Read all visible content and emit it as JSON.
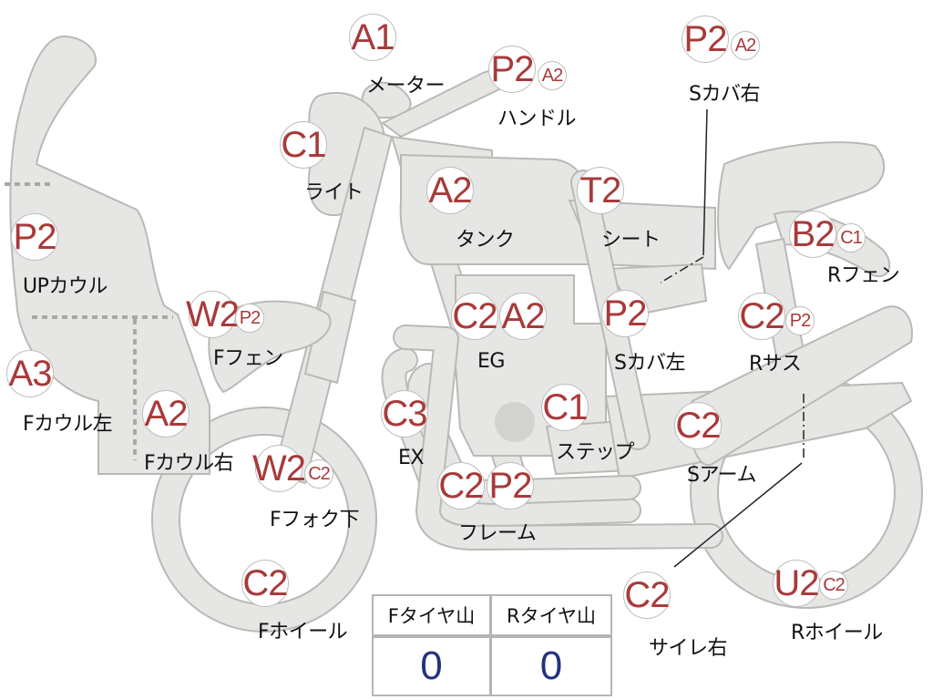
{
  "parts": [
    {
      "id": "meter",
      "label": "メーター",
      "codes": [
        {
          "text": "A1",
          "size": "big"
        }
      ]
    },
    {
      "id": "handle",
      "label": "ハンドル",
      "codes": [
        {
          "text": "P2",
          "size": "big"
        },
        {
          "text": "A2",
          "size": "small"
        }
      ]
    },
    {
      "id": "side-cover-right",
      "label": "Sカバ右",
      "codes": [
        {
          "text": "P2",
          "size": "big"
        },
        {
          "text": "A2",
          "size": "small"
        }
      ]
    },
    {
      "id": "light",
      "label": "ライト",
      "codes": [
        {
          "text": "C1",
          "size": "big"
        }
      ]
    },
    {
      "id": "tank",
      "label": "タンク",
      "codes": [
        {
          "text": "A2",
          "size": "big"
        }
      ]
    },
    {
      "id": "seat",
      "label": "シート",
      "codes": [
        {
          "text": "T2",
          "size": "big"
        }
      ]
    },
    {
      "id": "rear-fender",
      "label": "Rフェン",
      "codes": [
        {
          "text": "B2",
          "size": "big"
        },
        {
          "text": "C1",
          "size": "small"
        }
      ]
    },
    {
      "id": "upper-cowl",
      "label": "UPカウル",
      "codes": [
        {
          "text": "P2",
          "size": "big"
        }
      ]
    },
    {
      "id": "front-fender",
      "label": "Fフェン",
      "codes": [
        {
          "text": "W2",
          "size": "big"
        },
        {
          "text": "P2",
          "size": "small"
        }
      ]
    },
    {
      "id": "engine",
      "label": "EG",
      "codes": [
        {
          "text": "C2",
          "size": "big"
        },
        {
          "text": "A2",
          "size": "big"
        }
      ]
    },
    {
      "id": "side-cover-left",
      "label": "Sカバ左",
      "codes": [
        {
          "text": "P2",
          "size": "big"
        }
      ]
    },
    {
      "id": "rear-suspension",
      "label": "Rサス",
      "codes": [
        {
          "text": "C2",
          "size": "big"
        },
        {
          "text": "P2",
          "size": "small"
        }
      ]
    },
    {
      "id": "front-cowl-left",
      "label": "Fカウル左",
      "codes": [
        {
          "text": "A3",
          "size": "big"
        }
      ]
    },
    {
      "id": "front-cowl-right",
      "label": "Fカウル右",
      "codes": [
        {
          "text": "A2",
          "size": "big"
        }
      ]
    },
    {
      "id": "exhaust",
      "label": "EX",
      "codes": [
        {
          "text": "C3",
          "size": "big"
        }
      ]
    },
    {
      "id": "step",
      "label": "ステップ",
      "codes": [
        {
          "text": "C1",
          "size": "big"
        }
      ]
    },
    {
      "id": "swing-arm",
      "label": "Sアーム",
      "codes": [
        {
          "text": "C2",
          "size": "big"
        }
      ]
    },
    {
      "id": "front-fork-lower",
      "label": "Fフォク下",
      "codes": [
        {
          "text": "W2",
          "size": "big"
        },
        {
          "text": "C2",
          "size": "small"
        }
      ]
    },
    {
      "id": "frame",
      "label": "フレーム",
      "codes": [
        {
          "text": "C2",
          "size": "big"
        },
        {
          "text": "P2",
          "size": "big"
        }
      ]
    },
    {
      "id": "front-wheel",
      "label": "Fホイール",
      "codes": [
        {
          "text": "C2",
          "size": "big"
        }
      ]
    },
    {
      "id": "silencer-right",
      "label": "サイレ右",
      "codes": [
        {
          "text": "C2",
          "size": "big"
        }
      ]
    },
    {
      "id": "rear-wheel",
      "label": "Rホイール",
      "codes": [
        {
          "text": "U2",
          "size": "big"
        },
        {
          "text": "C2",
          "size": "small"
        }
      ]
    }
  ],
  "tire_table": {
    "front_header": "Fタイヤ山",
    "rear_header": "Rタイヤ山",
    "front_value": "0",
    "rear_value": "0"
  },
  "colors": {
    "code_text": "#a83a3a",
    "silhouette": "#e6e6e4",
    "tire_value": "#23347e"
  }
}
